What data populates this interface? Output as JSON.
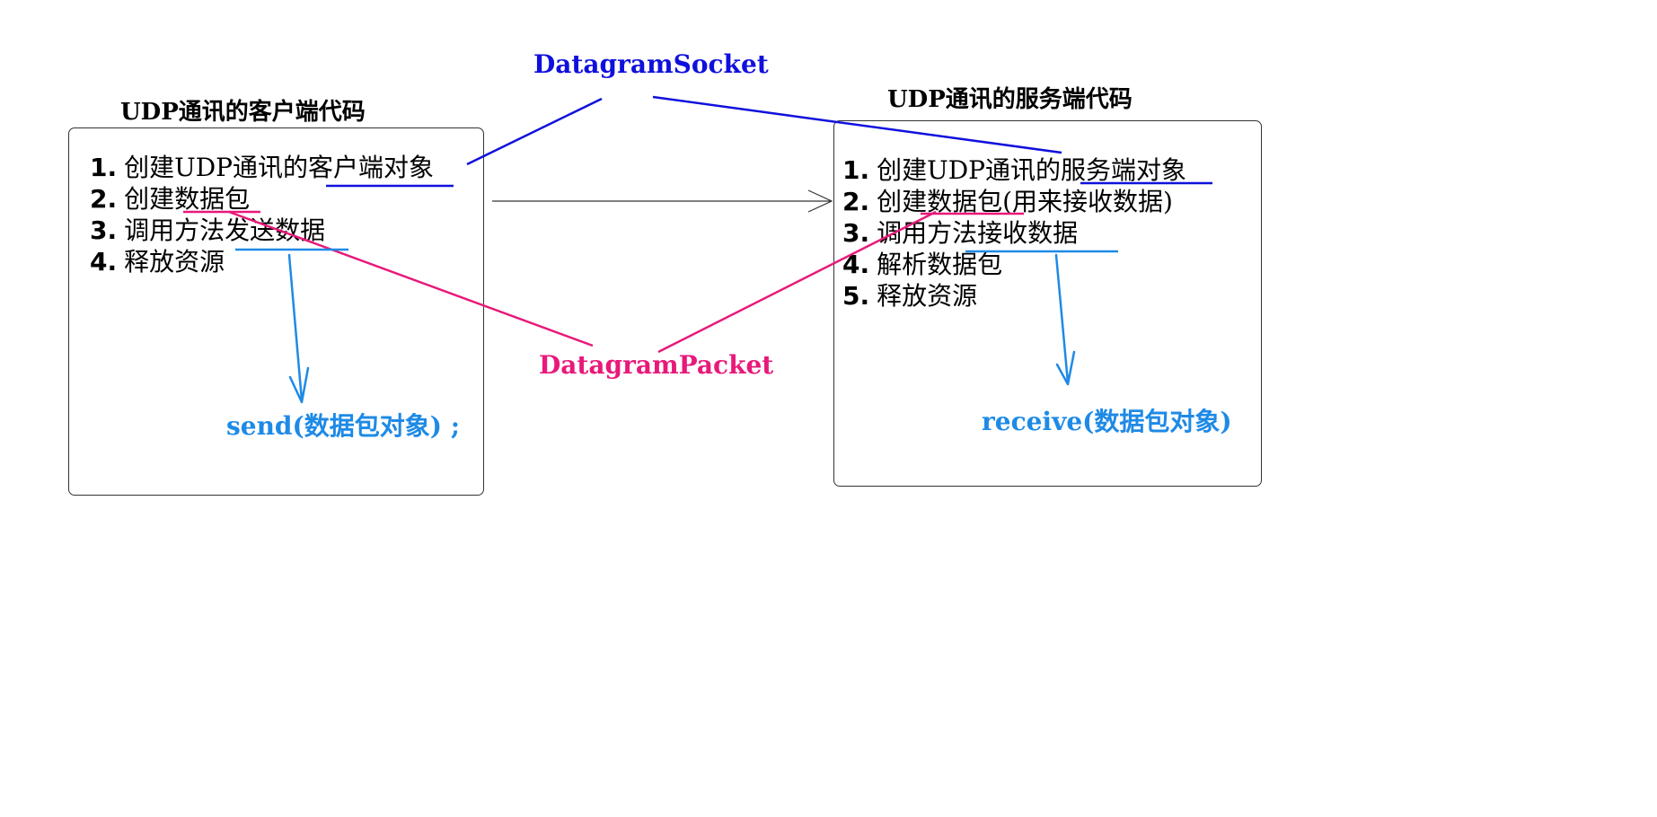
{
  "colors": {
    "socket": "#1010dd",
    "packet": "#e8197a",
    "method": "#1e8ae6",
    "arrow": "#333333"
  },
  "client": {
    "title": "UDP通讯的客户端代码",
    "steps": [
      {
        "num": "1.",
        "text": "创建UDP通讯的客户端对象"
      },
      {
        "num": "2.",
        "text": "创建数据包"
      },
      {
        "num": "3.",
        "text": "调用方法发送数据"
      },
      {
        "num": "4.",
        "text": "释放资源"
      }
    ],
    "method": "send(数据包对象) ;"
  },
  "server": {
    "title": "UDP通讯的服务端代码",
    "steps": [
      {
        "num": "1.",
        "text": "创建UDP通讯的服务端对象"
      },
      {
        "num": "2.",
        "text": "创建数据包(用来接收数据)"
      },
      {
        "num": "3.",
        "text": "调用方法接收数据"
      },
      {
        "num": "4.",
        "text": "解析数据包"
      },
      {
        "num": "5.",
        "text": "释放资源"
      }
    ],
    "method": "receive(数据包对象)"
  },
  "labels": {
    "socket": "DatagramSocket",
    "packet": "DatagramPacket"
  }
}
